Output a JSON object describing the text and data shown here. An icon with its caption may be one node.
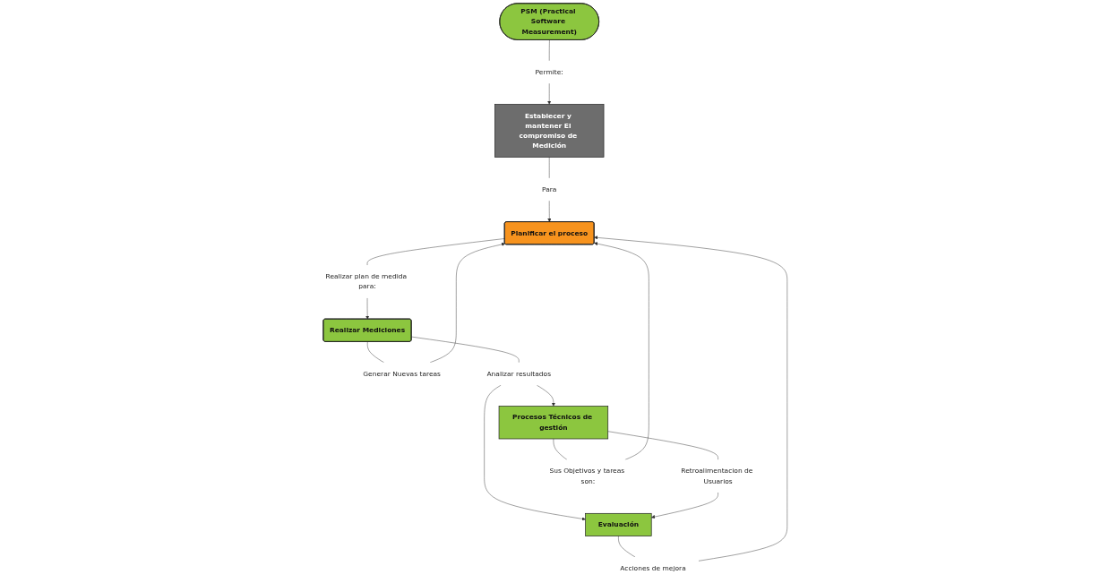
{
  "diagram": {
    "nodes": [
      {
        "text": [
          "PSM (Practical Software Measurement)"
        ]
      },
      {
        "text": [
          "Procesos Técnicos de gestión"
        ]
      },
      {
        "text": [
          "Retroalimentacion de Usuarios"
        ]
      },
      {
        "text": [
          "Sus Objetivos y tareas son:"
        ]
      },
      {
        "text": [
          "Permite:"
        ]
      },
      {
        "text": [
          "Establecer y mantener El compromiso de Medición"
        ]
      },
      {
        "text": [
          "Realizar plan de medida para:"
        ]
      },
      {
        "text": [
          "Realizar Mediciones"
        ]
      },
      {
        "text": [
          "Generar Nuevas tareas"
        ]
      },
      {
        "text": [
          "Analizar resultados"
        ]
      },
      {
        "text": [
          "Para"
        ]
      },
      {
        "text": [
          "Planificar el proceso"
        ]
      },
      {
        "text": [
          "Evaluación"
        ]
      },
      {
        "text": [
          "Acciones de mejora"
        ]
      }
    ],
    "edges": [
      {
        "from": 0,
        "to": 4,
        "arrow": "none"
      },
      {
        "from": 4,
        "to": 5,
        "arrow": "to"
      },
      {
        "from": 5,
        "to": 10,
        "arrow": "none"
      },
      {
        "from": 10,
        "to": 11,
        "arrow": "to"
      },
      {
        "from": 1,
        "to": 3,
        "arrow": "none"
      },
      {
        "from": 3,
        "to": 11,
        "arrow": "to"
      },
      {
        "from": 11,
        "to": 6,
        "arrow": "none"
      },
      {
        "from": 6,
        "to": 7,
        "arrow": "to"
      },
      {
        "from": 7,
        "to": 8,
        "arrow": "none"
      },
      {
        "from": 8,
        "to": 11,
        "arrow": "to"
      },
      {
        "from": 7,
        "to": 9,
        "arrow": "none"
      },
      {
        "from": 9,
        "to": 12,
        "arrow": "to"
      },
      {
        "from": 9,
        "to": 1,
        "arrow": "to"
      },
      {
        "from": 1,
        "to": 2,
        "arrow": "none"
      },
      {
        "from": 2,
        "to": 12,
        "arrow": "to"
      },
      {
        "from": 12,
        "to": 13,
        "arrow": "none"
      },
      {
        "from": 13,
        "to": 11,
        "arrow": "to"
      }
    ]
  }
}
